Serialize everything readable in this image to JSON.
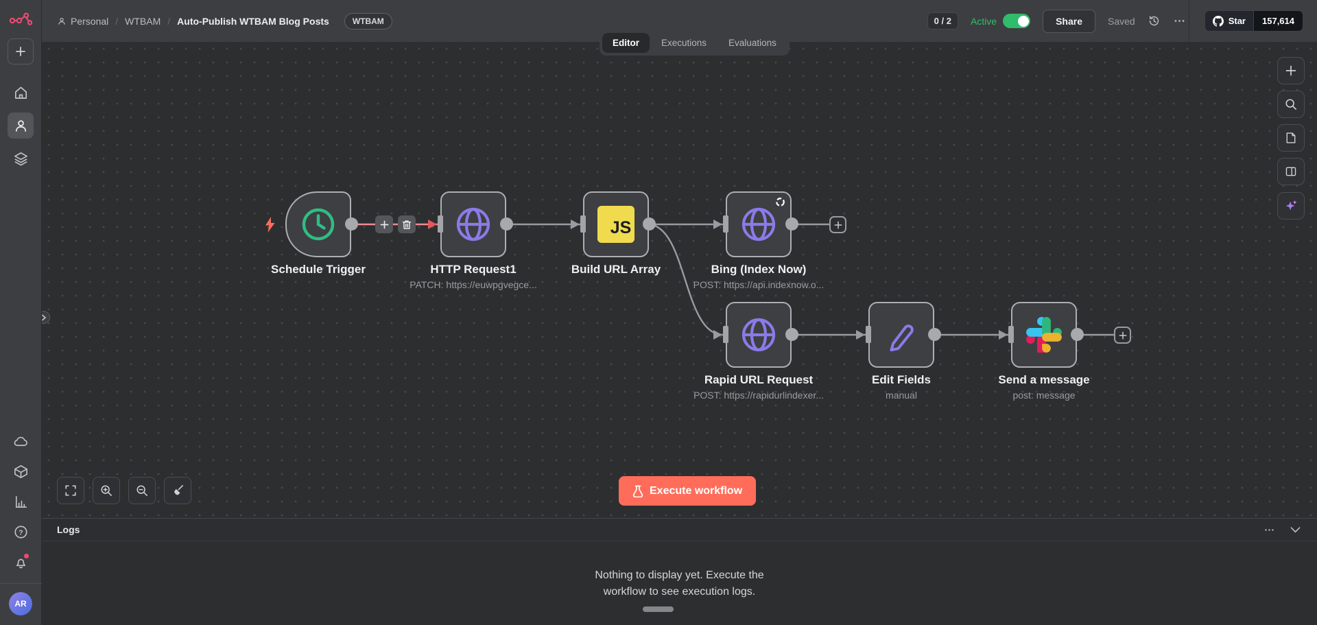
{
  "header": {
    "breadcrumb": {
      "separator": "/",
      "items": [
        "Personal",
        "WTBAM"
      ],
      "workflow_name": "Auto-Publish WTBAM Blog Posts",
      "tag": "WTBAM"
    },
    "issues_badge": "0 / 2",
    "active_label": "Active",
    "share_label": "Share",
    "saved_label": "Saved",
    "github_star": {
      "label": "Star",
      "count": "157,614"
    }
  },
  "tabs": {
    "editor": "Editor",
    "executions": "Executions",
    "evaluations": "Evaluations"
  },
  "sidebar": {
    "avatar_initials": "AR",
    "help_glyph": "?"
  },
  "canvas": {
    "js_icon_text": "JS",
    "execute_button_label": "Execute workflow",
    "nodes": [
      {
        "name": "Schedule Trigger",
        "subtitle": ""
      },
      {
        "name": "HTTP Request1",
        "subtitle": "PATCH: https://euwpgvegce..."
      },
      {
        "name": "Build URL Array",
        "subtitle": ""
      },
      {
        "name": "Bing (Index Now)",
        "subtitle": "POST: https://api.indexnow.o..."
      },
      {
        "name": "Rapid URL Request",
        "subtitle": "POST: https://rapidurlindexer..."
      },
      {
        "name": "Edit Fields",
        "subtitle": "manual"
      },
      {
        "name": "Send a message",
        "subtitle": "post: message"
      }
    ]
  },
  "logs": {
    "title": "Logs",
    "empty_line1": "Nothing to display yet. Execute the",
    "empty_line2": "workflow to see execution logs."
  },
  "colors": {
    "accent_orange": "#ff6d5a",
    "active_green": "#2fbd6b",
    "node_purple": "#8b7ae8",
    "trigger_green": "#2fbd84",
    "js_yellow": "#f0db4f",
    "logo_pink": "#ea4b71",
    "slack_blue": "#36C5F0",
    "slack_green": "#2EB67D",
    "slack_yellow": "#ECB22E",
    "slack_red": "#E01E5A"
  }
}
